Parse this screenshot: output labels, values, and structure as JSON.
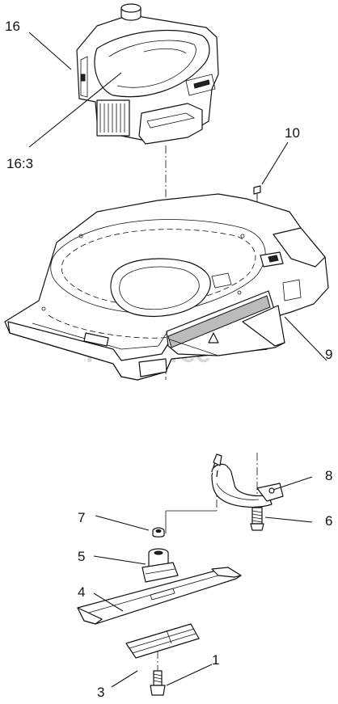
{
  "watermark": {
    "text": "PartsTree",
    "trademark": "TM"
  },
  "callouts": [
    {
      "id": "16",
      "label": "16"
    },
    {
      "id": "16-3",
      "label": "16:3"
    },
    {
      "id": "10",
      "label": "10"
    },
    {
      "id": "9",
      "label": "9"
    },
    {
      "id": "8",
      "label": "8"
    },
    {
      "id": "7",
      "label": "7"
    },
    {
      "id": "6",
      "label": "6"
    },
    {
      "id": "5",
      "label": "5"
    },
    {
      "id": "4",
      "label": "4"
    },
    {
      "id": "3",
      "label": "3"
    },
    {
      "id": "1",
      "label": "1"
    }
  ]
}
